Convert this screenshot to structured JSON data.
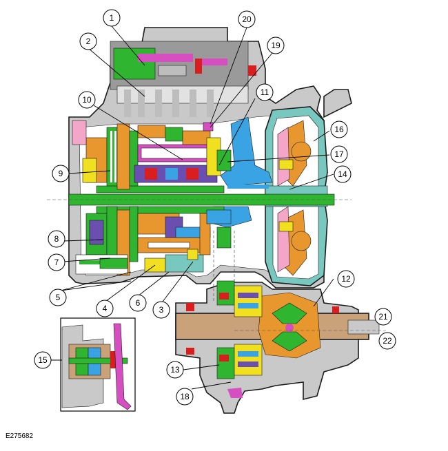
{
  "figure_id": "E275682",
  "callouts": [
    "1",
    "2",
    "3",
    "4",
    "5",
    "6",
    "7",
    "8",
    "9",
    "10",
    "11",
    "12",
    "13",
    "14",
    "15",
    "16",
    "17",
    "18",
    "19",
    "20",
    "21",
    "22"
  ],
  "colors": {
    "housing": "#c9c9c9",
    "housing_dark": "#9a9a9a",
    "shaft_green": "#2fb52f",
    "orange": "#e8962e",
    "blue": "#3aa3e3",
    "purple": "#6b4fb0",
    "magenta": "#d64fc0",
    "yellow": "#f0e020",
    "red": "#d81e1e",
    "tan": "#c9a27a",
    "teal": "#78c8c0",
    "pale_green": "#9be39b",
    "pink": "#f3a6c7"
  }
}
